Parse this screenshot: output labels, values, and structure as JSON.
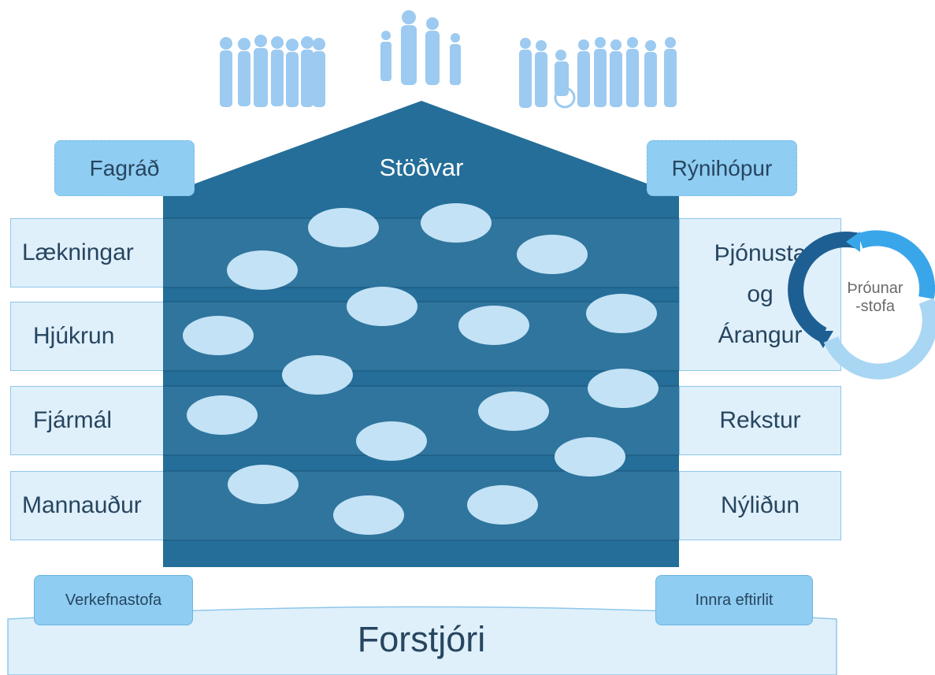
{
  "house": {
    "title": "Stöðvar"
  },
  "top_left_box": "Fagráð",
  "top_right_box": "Rýnihópur",
  "left_rows": [
    "Lækningar",
    "Hjúkrun",
    "Fjármál",
    "Mannauður"
  ],
  "right_rows": [
    {
      "lines": [
        "Þjónusta",
        "og",
        "Árangur"
      ]
    },
    {
      "lines": [
        "Rekstur"
      ]
    },
    {
      "lines": [
        "Nýliðun"
      ]
    }
  ],
  "cycle": {
    "line1": "Þróunar",
    "line2": "-stofa"
  },
  "bottom_left_box": "Verkefnastofa",
  "bottom_right_box": "Innra eftirlit",
  "base": {
    "title": "Forstjóri"
  },
  "people_groups": [
    "adults-group-icon",
    "family-group-icon",
    "elderly-group-icon"
  ],
  "colors": {
    "house": "#246e99",
    "ellipse": "#c3e2f5",
    "people": "#9ccaf0",
    "box": "#dff0fb",
    "pill": "#8fcdf2"
  }
}
